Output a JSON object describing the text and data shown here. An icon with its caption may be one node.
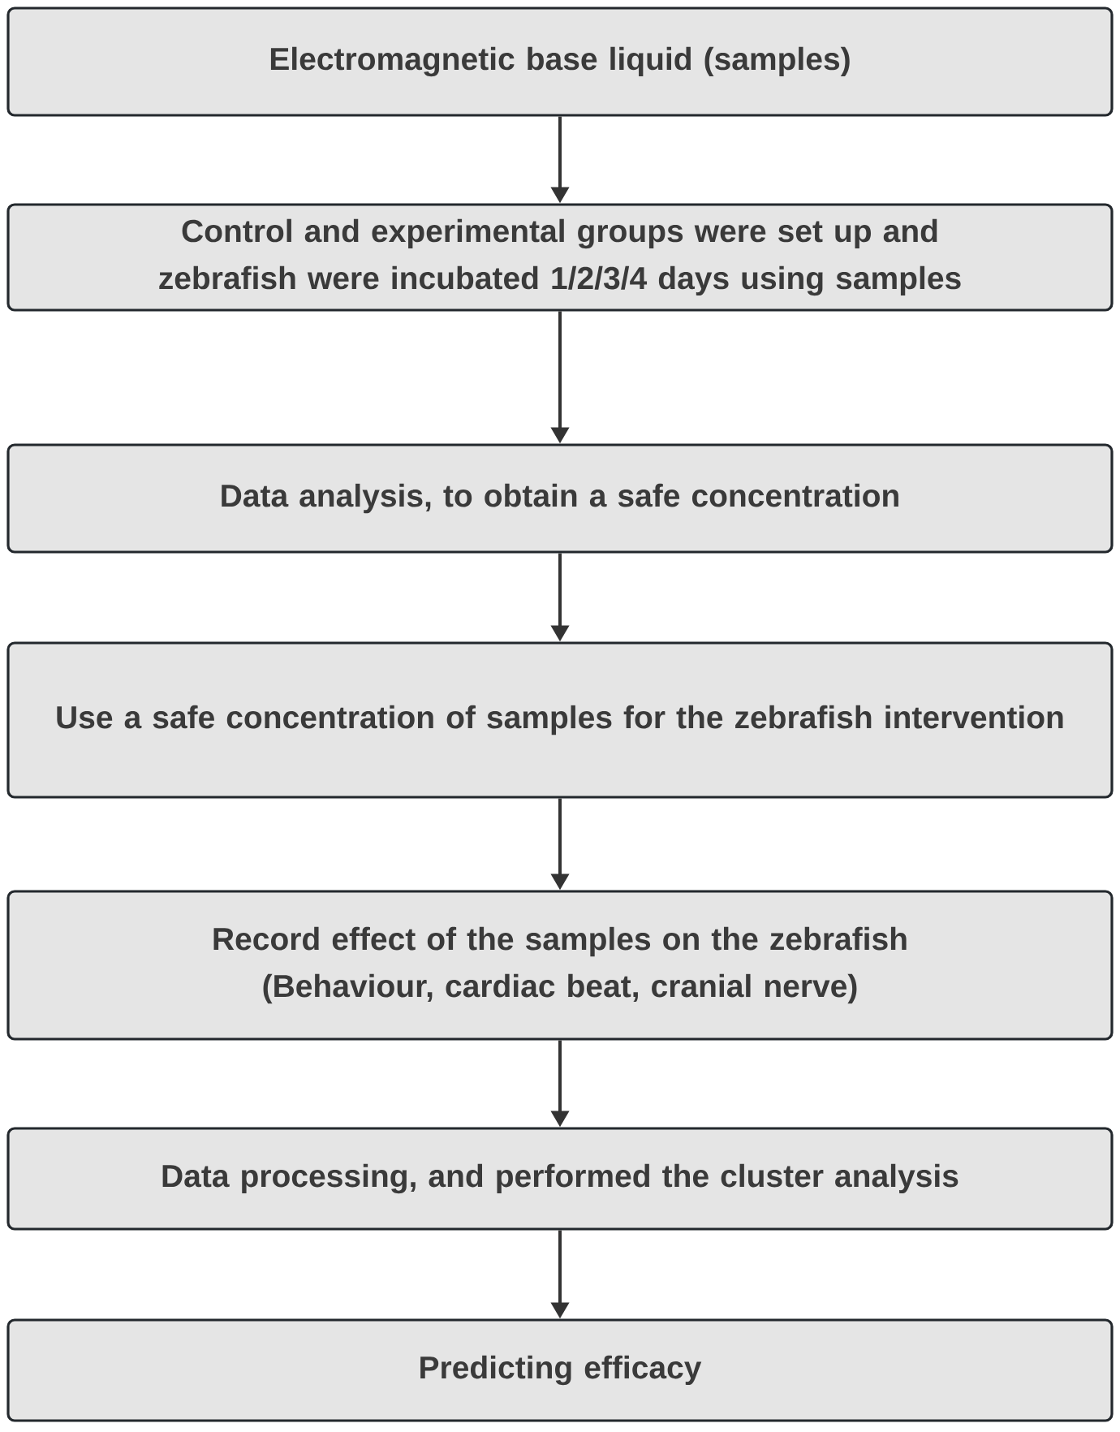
{
  "diagram": {
    "nodes": [
      {
        "text": [
          "Electromagnetic base liquid  (samples)"
        ]
      },
      {
        "text": [
          "Control and experimental groups were set up and zebrafish were incubated 1/2/3/4 days using samples"
        ]
      },
      {
        "text": [
          "Data analysis, to obtain a safe concentration"
        ]
      },
      {
        "text": [
          "Use a safe concentration of samples for the zebrafish intervention"
        ]
      },
      {
        "text": [
          "Record effect of the samples on the zebrafish (Behaviour, cardiac beat, cranial nerve)"
        ]
      },
      {
        "text": [
          "Data processing, and performed the cluster analysis"
        ]
      },
      {
        "text": [
          "Predicting efficacy"
        ]
      }
    ],
    "edges": [
      {
        "from": 0,
        "to": 1,
        "arrow": "to"
      },
      {
        "from": 1,
        "to": 2,
        "arrow": "to"
      },
      {
        "from": 2,
        "to": 3,
        "arrow": "to"
      },
      {
        "from": 3,
        "to": 4,
        "arrow": "to"
      },
      {
        "from": 4,
        "to": 5,
        "arrow": "to"
      },
      {
        "from": 5,
        "to": 6,
        "arrow": "to"
      }
    ]
  }
}
